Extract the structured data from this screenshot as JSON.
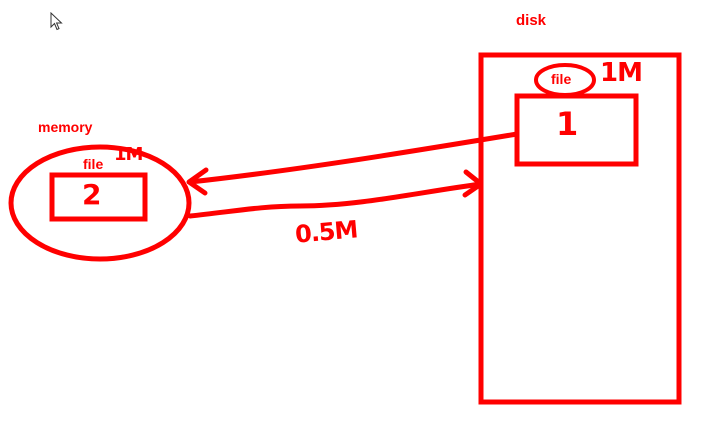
{
  "disk": {
    "title": "disk",
    "file_label": "file",
    "file_size": "1M",
    "block_value": "1"
  },
  "memory": {
    "title": "memory",
    "file_label": "file",
    "file_size": "1M",
    "block_value": "2"
  },
  "transfer": {
    "size_label": "0.5M"
  },
  "icons": {
    "cursor": "mouse-pointer-icon"
  },
  "colors": {
    "ink": "#ff0000",
    "background": "#ffffff"
  }
}
